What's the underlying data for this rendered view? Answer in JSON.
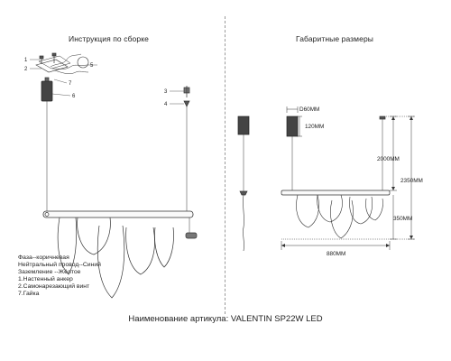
{
  "headings": {
    "assembly": "Инструкция по сборке",
    "dimensions": "Габаритные размеры"
  },
  "callouts": [
    "1",
    "2",
    "3",
    "4",
    "5",
    "6",
    "7"
  ],
  "legend": [
    "Фаза--коричневая",
    "Нейтральный провод--Синий",
    "Заземление --Жёлтое",
    "1.Настенный анкер",
    "2.Самонарезающий винт",
    "7.Гайка"
  ],
  "dimensions": {
    "canopy_width": "D60MM",
    "canopy_height": "120MM",
    "cable_length": "2000MM",
    "total_height": "2350MM",
    "pendant_drop": "350MM",
    "bar_length": "880MM"
  },
  "footer": "Наименование артикула: VALENTIN SP22W LED"
}
